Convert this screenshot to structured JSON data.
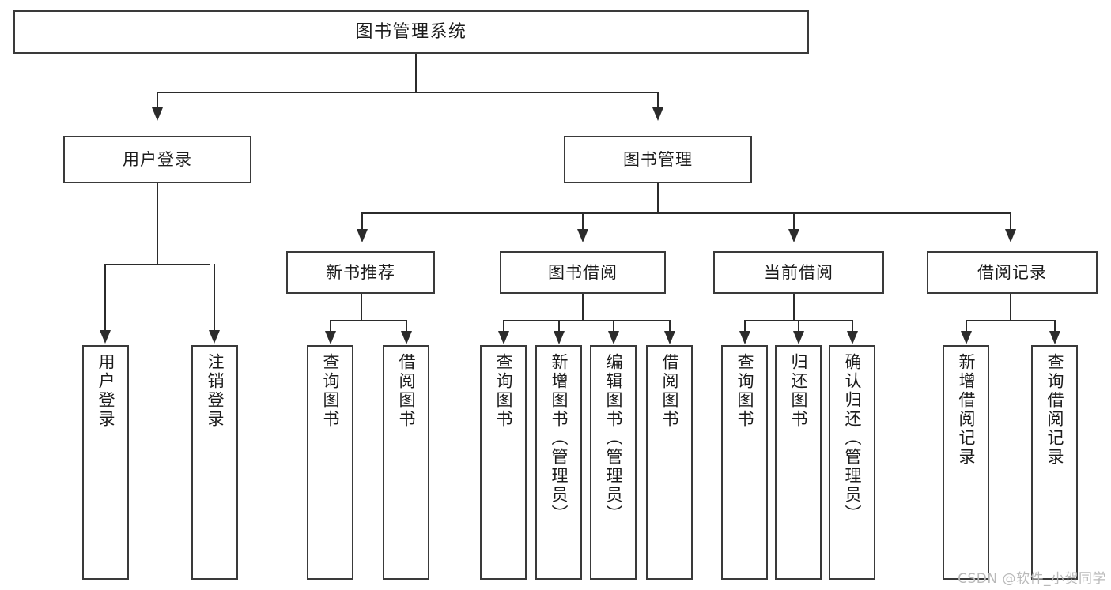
{
  "diagram": {
    "title": "图书管理系统",
    "type": "tree",
    "root": {
      "label": "图书管理系统"
    },
    "level2": [
      {
        "label": "用户登录"
      },
      {
        "label": "图书管理"
      }
    ],
    "level3": [
      {
        "label": "新书推荐"
      },
      {
        "label": "图书借阅"
      },
      {
        "label": "当前借阅"
      },
      {
        "label": "借阅记录"
      }
    ],
    "leaves": {
      "user_login": [
        {
          "label": "用户登录"
        },
        {
          "label": "注销登录"
        }
      ],
      "new_book": [
        {
          "label": "查询图书"
        },
        {
          "label": "借阅图书"
        }
      ],
      "book_borrow": [
        {
          "label": "查询图书"
        },
        {
          "label": "新增图书（管理员）"
        },
        {
          "label": "编辑图书（管理员）"
        },
        {
          "label": "借阅图书"
        }
      ],
      "current_borrow": [
        {
          "label": "查询图书"
        },
        {
          "label": "归还图书"
        },
        {
          "label": "确认归还（管理员）"
        }
      ],
      "borrow_record": [
        {
          "label": "新增借阅记录"
        },
        {
          "label": "查询借阅记录"
        }
      ]
    }
  },
  "watermark": {
    "text": "CSDN @软件_小贺同学"
  },
  "colors": {
    "box_border": "#3a3a3a",
    "connector": "#2b2b2b",
    "text": "#1b1b1b",
    "background": "#ffffff",
    "watermark": "#b9b9b9"
  }
}
